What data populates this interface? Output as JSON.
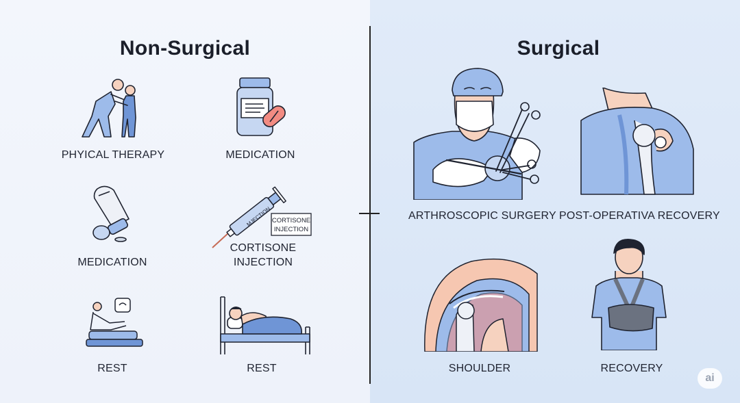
{
  "left": {
    "title": "Non-Surgical",
    "items": [
      {
        "label": "PHYICAL THERAPY"
      },
      {
        "label": "MEDICATION"
      },
      {
        "label": "MEDICATION"
      },
      {
        "label_lines": [
          "CORTISONE",
          "INJECTION"
        ],
        "syringe_text": "MJECTION",
        "tag_lines": [
          "CORTISONE",
          "INJECTION"
        ]
      },
      {
        "label": "REST"
      },
      {
        "label": "REST"
      }
    ]
  },
  "right": {
    "title": "Surgical",
    "items": [
      {
        "label": "ARTHROSCOPIC SURGERY"
      },
      {
        "label": "POST-OPERATIVA RECOVERY"
      },
      {
        "label": "SHOULDER"
      },
      {
        "label": "RECOVERY"
      }
    ]
  },
  "badge": "ai",
  "colors": {
    "accent_blue": "#9dbbea",
    "deep_blue": "#6f95d6",
    "skin": "#f6d2bf",
    "pill_red": "#f28b82",
    "outline": "#1f2330"
  }
}
